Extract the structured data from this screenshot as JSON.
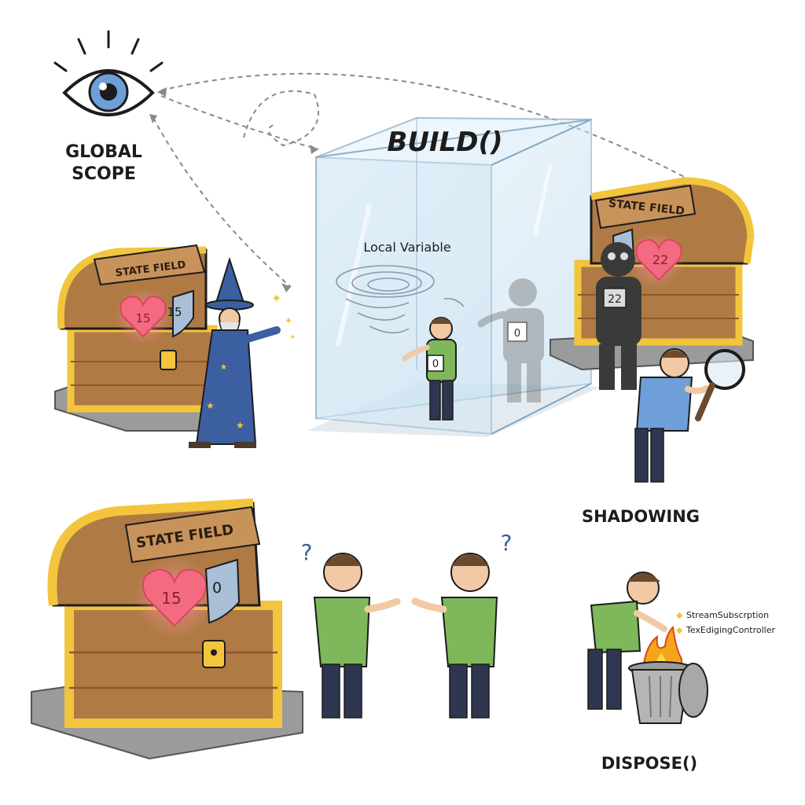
{
  "labels": {
    "global_scope_line1": "GLOBAL",
    "global_scope_line2": "SCOPE",
    "build": "BUILD()",
    "local_variable": "Local Variable",
    "shadowing": "SHADOWING",
    "dispose": "DISPOSE()"
  },
  "chests": {
    "left": {
      "label": "STATE FIELD",
      "heart_value": "15",
      "shield_value": "15"
    },
    "right": {
      "label": "STATE FIELD",
      "heart_value": "22",
      "shadow_value": "22"
    },
    "bottom": {
      "label": "STATE FIELD",
      "heart_value": "15",
      "shield_value": "0"
    }
  },
  "people": {
    "inside_box_value": "0",
    "ghost_value": "0",
    "confused_mark": "?"
  },
  "dispose_items": [
    "StreamSubscrption",
    "TexEdigingController"
  ],
  "colors": {
    "eye_iris": "#6f9fd8",
    "glass": "#cfe6f5",
    "chest_gold": "#f2c53d",
    "chest_wood": "#b07a45",
    "heart": "#f26b80",
    "shirt": "#7eb85a",
    "wizard_robe": "#3b5fa0",
    "fire": "#f5a51c"
  }
}
